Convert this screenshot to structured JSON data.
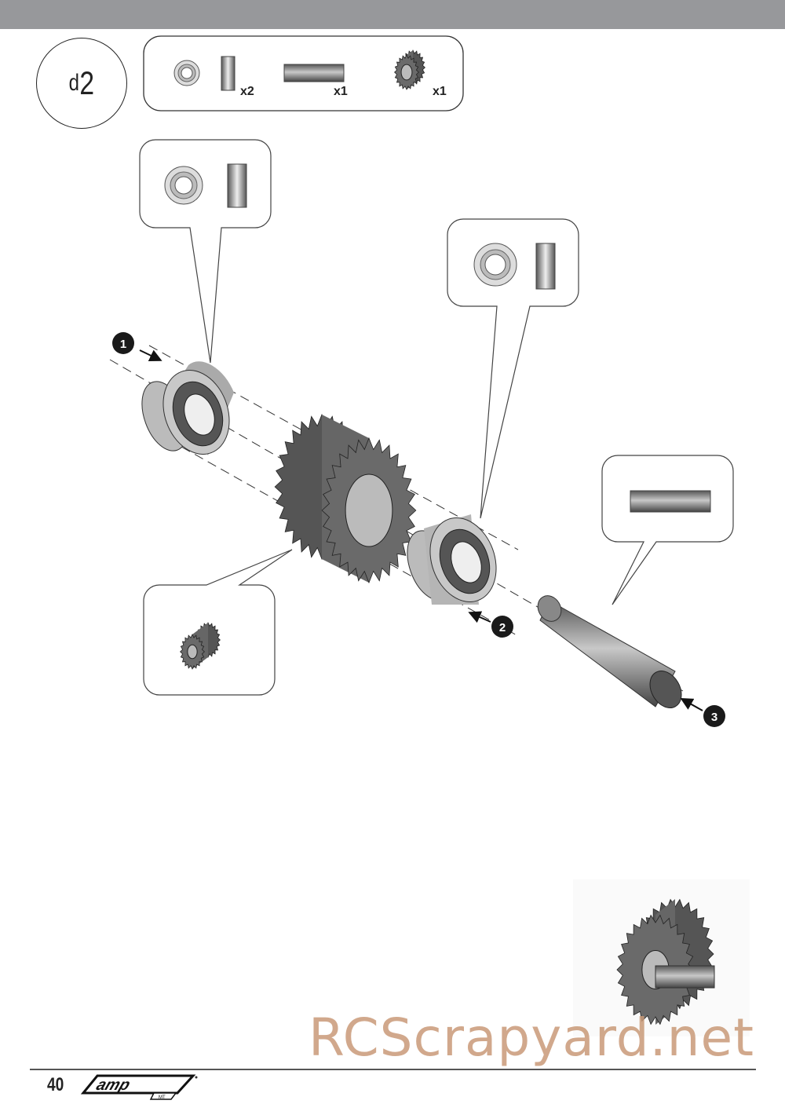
{
  "step": {
    "letter": "d",
    "number": "2"
  },
  "parts": [
    {
      "name": "bearing",
      "qty": "x2"
    },
    {
      "name": "shaft",
      "qty": "x1"
    },
    {
      "name": "gear",
      "qty": "x1"
    }
  ],
  "markers": [
    "1",
    "2",
    "3"
  ],
  "footer": {
    "page_number": "40",
    "logo": "amp MT"
  },
  "watermark": "RCScrapyard.net",
  "colors": {
    "header_bar": "#97989b",
    "watermark": "#c99a78"
  }
}
